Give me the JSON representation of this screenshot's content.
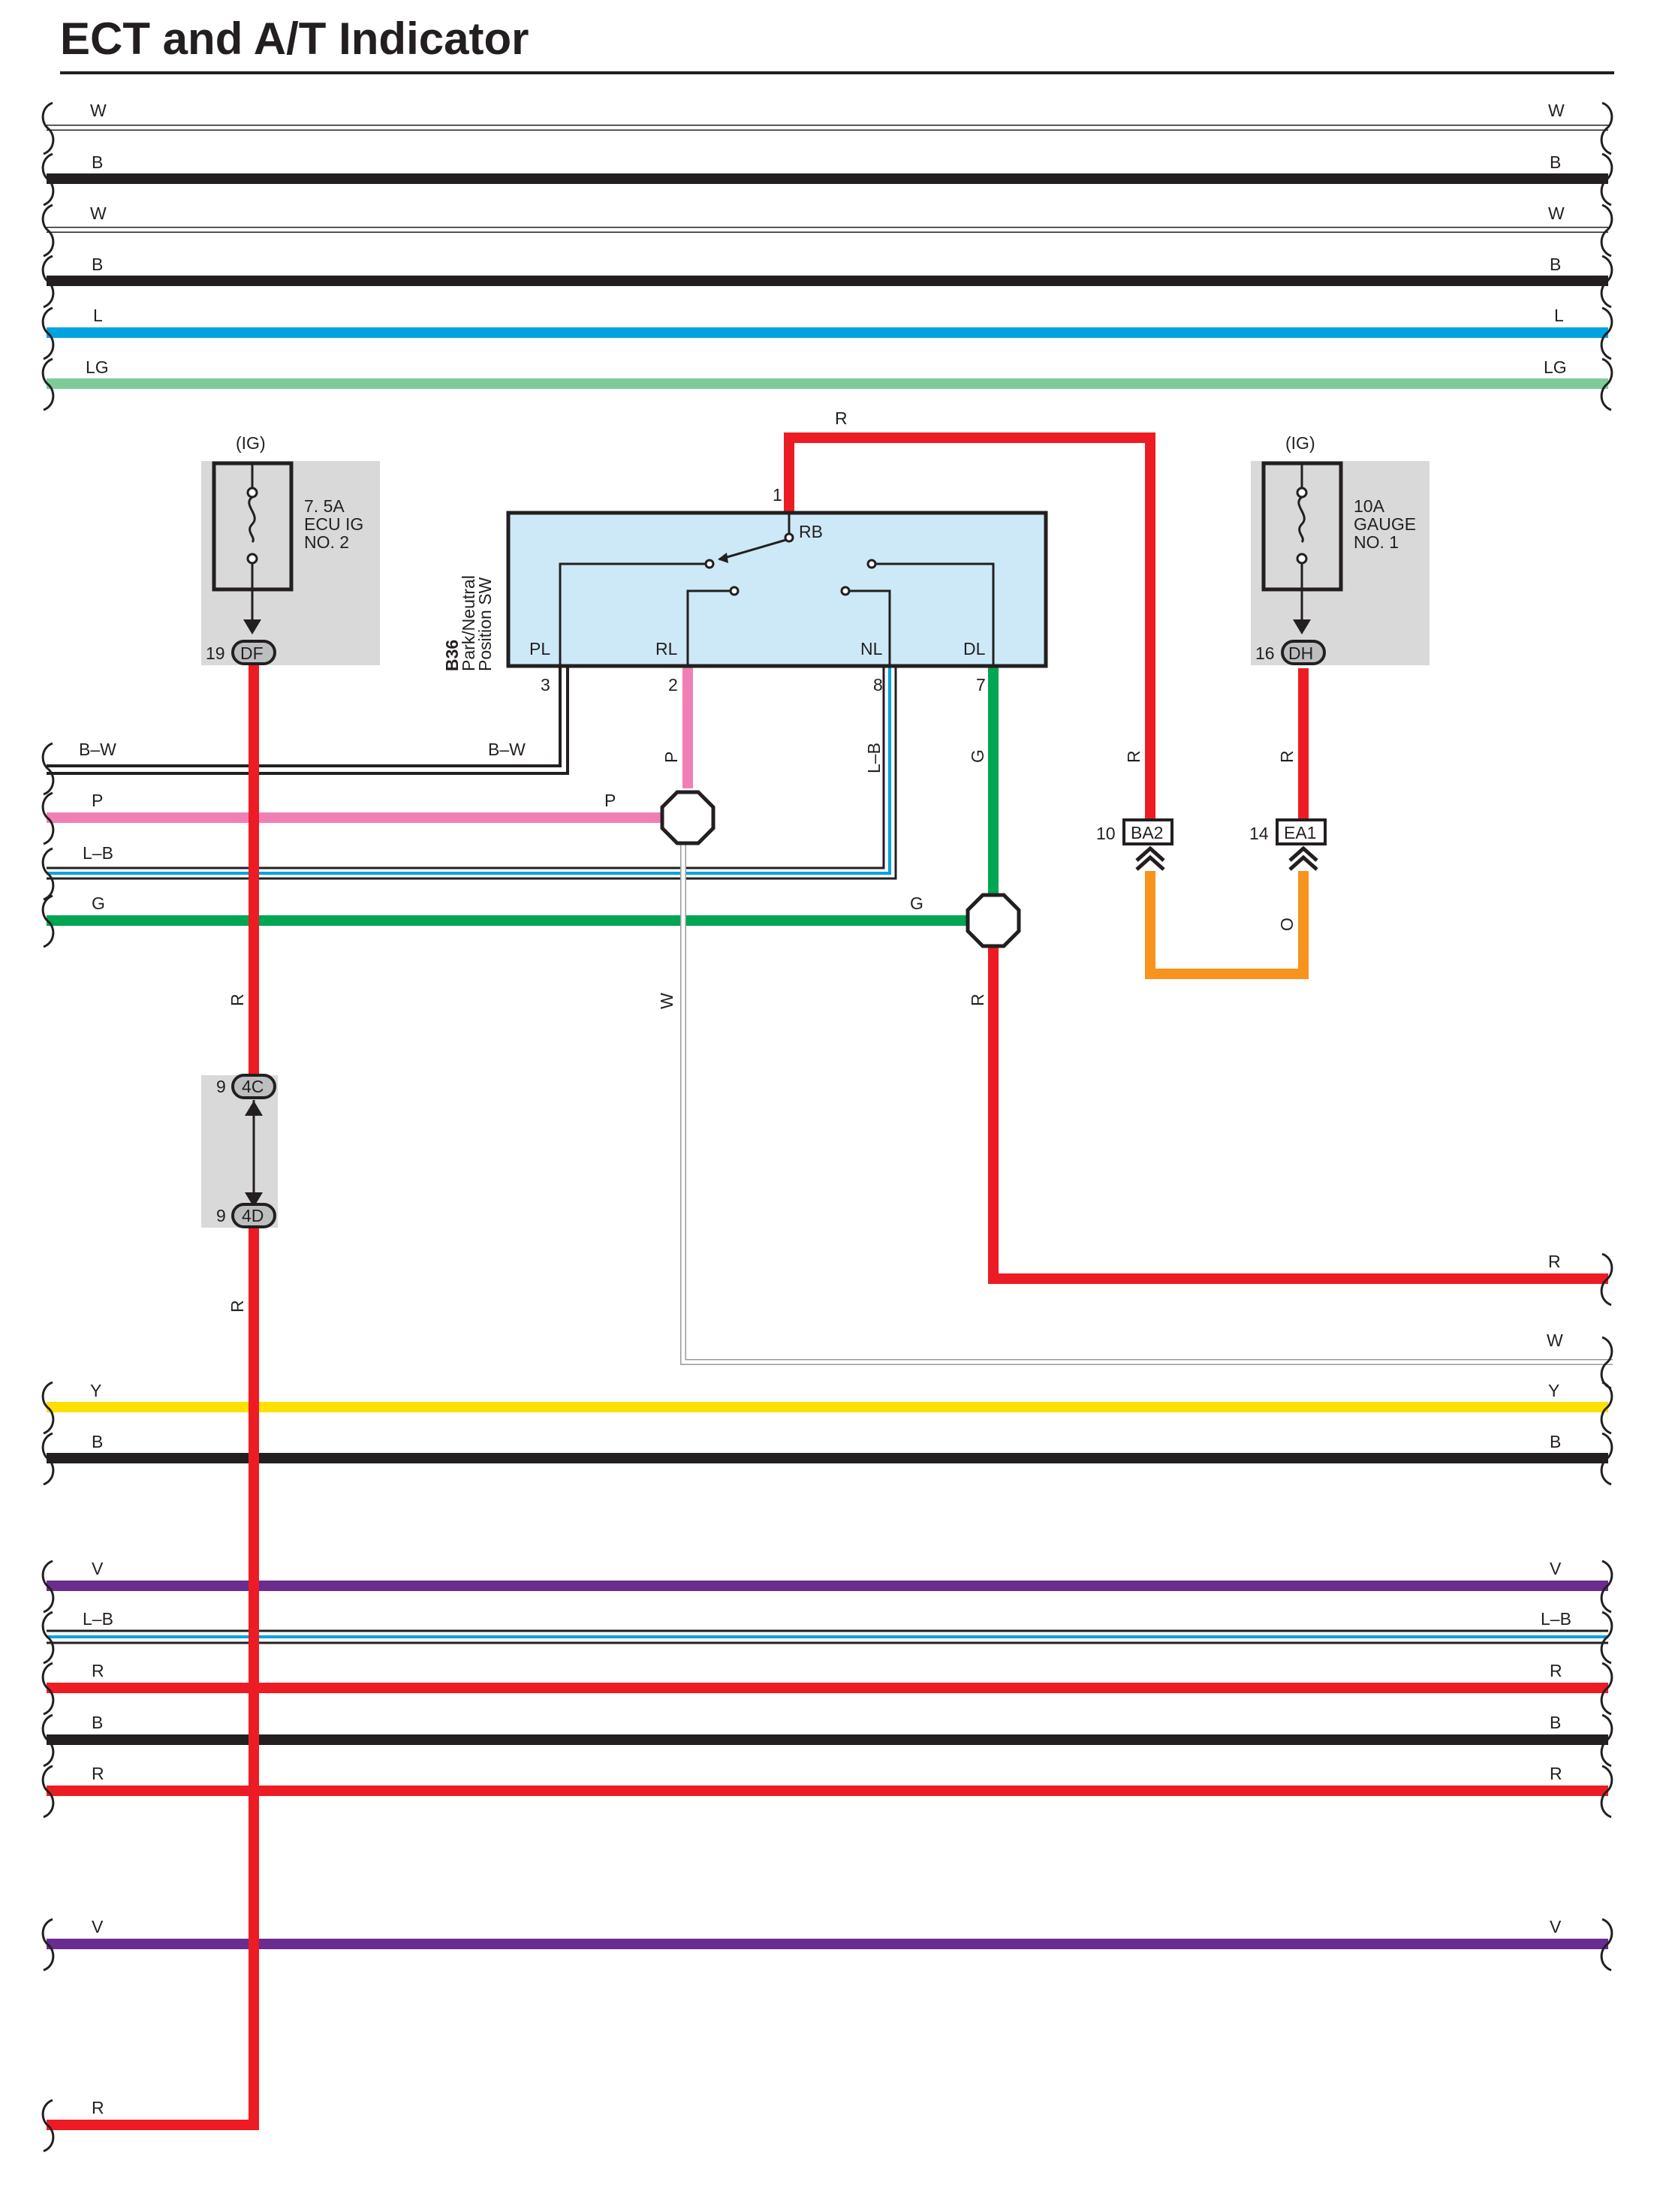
{
  "title": "ECT and A/T Indicator",
  "colors": {
    "W": "#ffffff",
    "B": "#231f20",
    "L": "#00a3e0",
    "LG": "#7ecb9a",
    "R": "#ed1c24",
    "P": "#f080b4",
    "G": "#00a651",
    "O": "#f7941d",
    "Y": "#ffe000",
    "V": "#6a2c8f",
    "L-B": "#00a3e0",
    "B-W": "#231f20"
  },
  "bus_wires": [
    {
      "left": "W",
      "right": "W"
    },
    {
      "left": "B",
      "right": "B"
    },
    {
      "left": "W",
      "right": "W"
    },
    {
      "left": "B",
      "right": "B"
    },
    {
      "left": "L",
      "right": "L"
    },
    {
      "left": "LG",
      "right": "LG"
    },
    {
      "left": "Y",
      "right": "Y"
    },
    {
      "left": "B",
      "right": "B"
    },
    {
      "left": "V",
      "right": "V"
    },
    {
      "left": "L–B",
      "right": "L–B"
    },
    {
      "left": "R",
      "right": "R"
    },
    {
      "left": "B",
      "right": "B"
    },
    {
      "left": "R",
      "right": "R"
    },
    {
      "left": "V",
      "right": "V"
    }
  ],
  "fuse_ecu": {
    "supply": "(IG)",
    "rating": "7. 5A",
    "name_1": "ECU IG",
    "name_2": "NO. 2",
    "pin": "19",
    "connector": "DF"
  },
  "fuse_gauge": {
    "supply": "(IG)",
    "rating": "10A",
    "name_1": "GAUGE",
    "name_2": "NO. 1",
    "pin": "16",
    "connector": "DH"
  },
  "switch": {
    "code": "B36",
    "name_1": "Park/Neutral",
    "name_2": "Position SW",
    "terminals": {
      "rb": "RB",
      "pl": "PL",
      "rl": "RL",
      "nl": "NL",
      "dl": "DL"
    },
    "pins": {
      "rb": "1",
      "pl": "3",
      "rl": "2",
      "nl": "8",
      "dl": "7"
    }
  },
  "connectors": {
    "ba2": {
      "pin": "10",
      "label": "BA2"
    },
    "ea1": {
      "pin": "14",
      "label": "EA1"
    },
    "c4c": {
      "pin": "9",
      "label": "4C"
    },
    "c4d": {
      "pin": "9",
      "label": "4D"
    }
  },
  "wire_labels": {
    "r_top": "R",
    "bw_left": "B–W",
    "bw_mid": "B–W",
    "p_left": "P",
    "p_mid": "P",
    "lb_left": "L–B",
    "g_left": "G",
    "g_mid": "G",
    "rl_vert": "P",
    "nl_vert": "L–B",
    "dl_vert": "G",
    "rb_vert": "R",
    "dh_vert": "R",
    "orange": "O",
    "df_vert_1": "R",
    "df_vert_2": "R",
    "w_vert": "W",
    "jg_vert": "R",
    "r_right": "R",
    "w_right": "W",
    "r_bottom": "R"
  }
}
